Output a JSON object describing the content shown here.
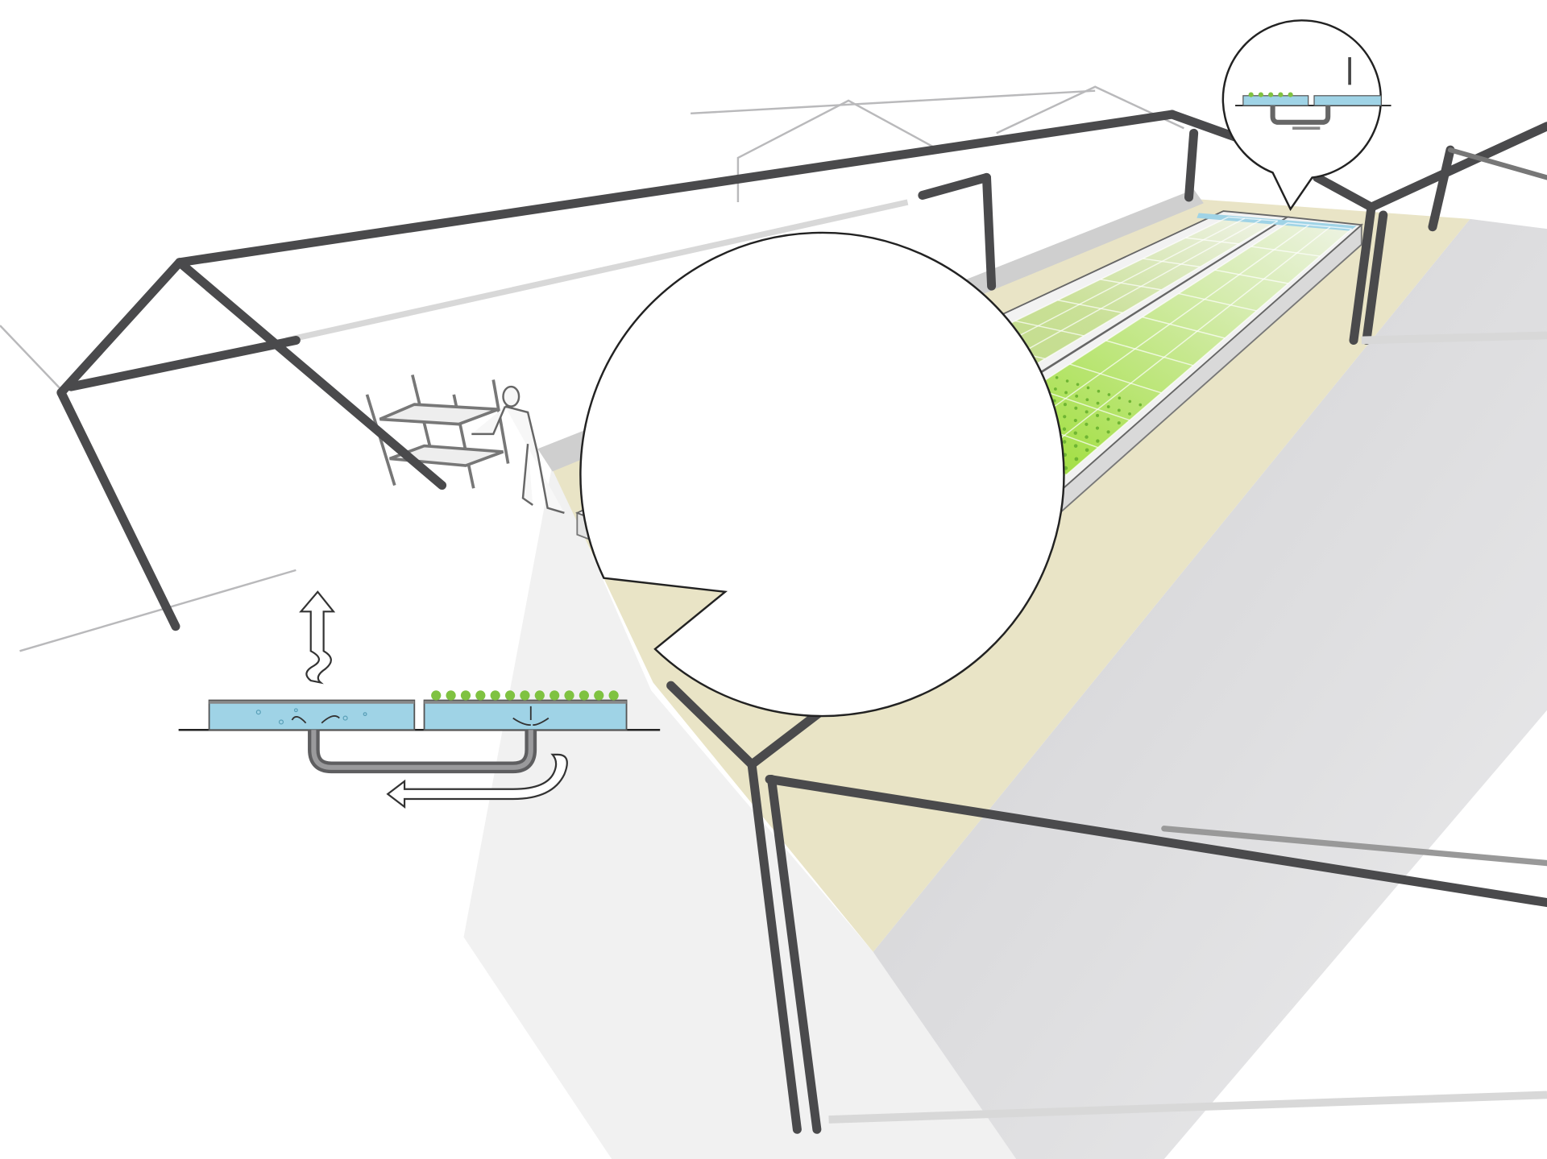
{
  "illustration": {
    "subject": "greenhouse-hydroponic-beds",
    "colors": {
      "floor": "#e9e4c6",
      "shadow": "#d4d4d6",
      "frame": "#4a4a4c",
      "water": "#9fd3e6",
      "plants": "#7fc241",
      "plants_bright": "#9ee04a",
      "tank_wall": "#efefef"
    },
    "callouts": [
      {
        "name": "detail-callout-large"
      },
      {
        "name": "detail-callout-small"
      }
    ]
  }
}
